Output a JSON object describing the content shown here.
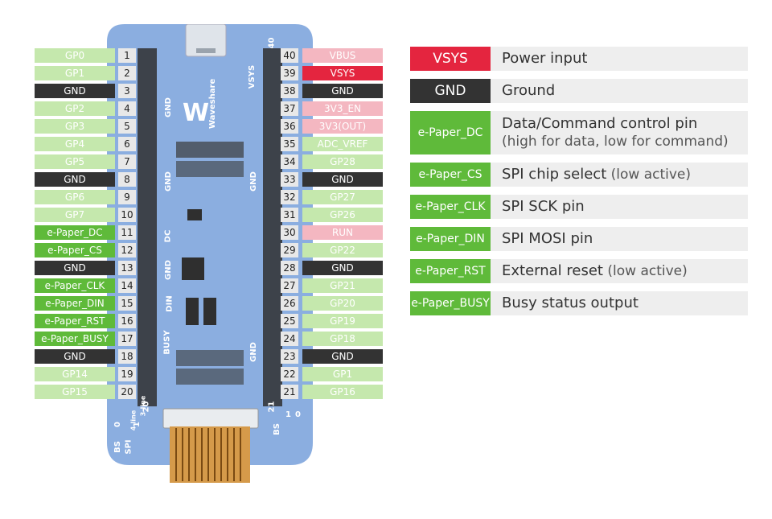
{
  "left_pins": [
    {
      "num": "1",
      "label": "GP0",
      "kind": "gp"
    },
    {
      "num": "2",
      "label": "GP1",
      "kind": "gp"
    },
    {
      "num": "3",
      "label": "GND",
      "kind": "gnd"
    },
    {
      "num": "4",
      "label": "GP2",
      "kind": "gp"
    },
    {
      "num": "5",
      "label": "GP3",
      "kind": "gp"
    },
    {
      "num": "6",
      "label": "GP4",
      "kind": "gp"
    },
    {
      "num": "7",
      "label": "GP5",
      "kind": "gp"
    },
    {
      "num": "8",
      "label": "GND",
      "kind": "gnd"
    },
    {
      "num": "9",
      "label": "GP6",
      "kind": "gp"
    },
    {
      "num": "10",
      "label": "GP7",
      "kind": "gp"
    },
    {
      "num": "11",
      "label": "e-Paper_DC",
      "kind": "epd"
    },
    {
      "num": "12",
      "label": "e-Paper_CS",
      "kind": "epd"
    },
    {
      "num": "13",
      "label": "GND",
      "kind": "gnd"
    },
    {
      "num": "14",
      "label": "e-Paper_CLK",
      "kind": "epd"
    },
    {
      "num": "15",
      "label": "e-Paper_DIN",
      "kind": "epd"
    },
    {
      "num": "16",
      "label": "e-Paper_RST",
      "kind": "epd"
    },
    {
      "num": "17",
      "label": "e-Paper_BUSY",
      "kind": "epd"
    },
    {
      "num": "18",
      "label": "GND",
      "kind": "gnd"
    },
    {
      "num": "19",
      "label": "GP14",
      "kind": "gp"
    },
    {
      "num": "20",
      "label": "GP15",
      "kind": "gp"
    }
  ],
  "right_pins": [
    {
      "num": "40",
      "label": "VBUS",
      "kind": "pink"
    },
    {
      "num": "39",
      "label": "VSYS",
      "kind": "vsys"
    },
    {
      "num": "38",
      "label": "GND",
      "kind": "gnd"
    },
    {
      "num": "37",
      "label": "3V3_EN",
      "kind": "pink"
    },
    {
      "num": "36",
      "label": "3V3(OUT)",
      "kind": "pink"
    },
    {
      "num": "35",
      "label": "ADC_VREF",
      "kind": "gp"
    },
    {
      "num": "34",
      "label": "GP28",
      "kind": "gp"
    },
    {
      "num": "33",
      "label": "GND",
      "kind": "gnd"
    },
    {
      "num": "32",
      "label": "GP27",
      "kind": "gp"
    },
    {
      "num": "31",
      "label": "GP26",
      "kind": "gp"
    },
    {
      "num": "30",
      "label": "RUN",
      "kind": "pink"
    },
    {
      "num": "29",
      "label": "GP22",
      "kind": "gp"
    },
    {
      "num": "28",
      "label": "GND",
      "kind": "gnd"
    },
    {
      "num": "27",
      "label": "GP21",
      "kind": "gp"
    },
    {
      "num": "26",
      "label": "GP20",
      "kind": "gp"
    },
    {
      "num": "25",
      "label": "GP19",
      "kind": "gp"
    },
    {
      "num": "24",
      "label": "GP18",
      "kind": "gp"
    },
    {
      "num": "23",
      "label": "GND",
      "kind": "gnd"
    },
    {
      "num": "22",
      "label": "GP1",
      "kind": "gp"
    },
    {
      "num": "21",
      "label": "GP16",
      "kind": "gp"
    }
  ],
  "board": {
    "brand": "Waveshare",
    "silk_left": [
      "GND",
      "GND",
      "DC",
      "GND",
      "DIN",
      "BUSY"
    ],
    "silk_right": [
      "VSYS",
      "GND",
      "GND"
    ],
    "silk_top_num": "40",
    "silk_bottom_left_num": "20",
    "silk_bottom_right_num": "21",
    "bs_labels": [
      "BS",
      "SPI",
      "0",
      "4-line",
      "1",
      "3-line"
    ],
    "bs_right": [
      "BS",
      "0",
      "1"
    ]
  },
  "legend": [
    {
      "key": "VSYS",
      "text": "Power input",
      "sub": "",
      "color": "#e4253f"
    },
    {
      "key": "GND",
      "text": "Ground",
      "sub": "",
      "color": "#333333"
    },
    {
      "key": "e-Paper_DC",
      "text": "Data/Command control pin",
      "sub": "(high for data, low for command)",
      "color": "#5fba3a"
    },
    {
      "key": "e-Paper_CS",
      "text": "SPI chip select",
      "sub": "(low active)",
      "color": "#5fba3a"
    },
    {
      "key": "e-Paper_CLK",
      "text": "SPI  SCK pin",
      "sub": "",
      "color": "#5fba3a"
    },
    {
      "key": "e-Paper_DIN",
      "text": "SPI MOSI pin",
      "sub": "",
      "color": "#5fba3a"
    },
    {
      "key": "e-Paper_RST",
      "text": "External reset",
      "sub": "(low active)",
      "color": "#5fba3a"
    },
    {
      "key": "e-Paper_BUSY",
      "text": "Busy status output",
      "sub": "",
      "color": "#5fba3a"
    }
  ],
  "colors": {
    "gp": "#c5e8ad",
    "gnd": "#333333",
    "epd": "#5fba3a",
    "pink": "#f4b7c1",
    "vsys": "#e4253f",
    "board": "#5b8fd6"
  }
}
